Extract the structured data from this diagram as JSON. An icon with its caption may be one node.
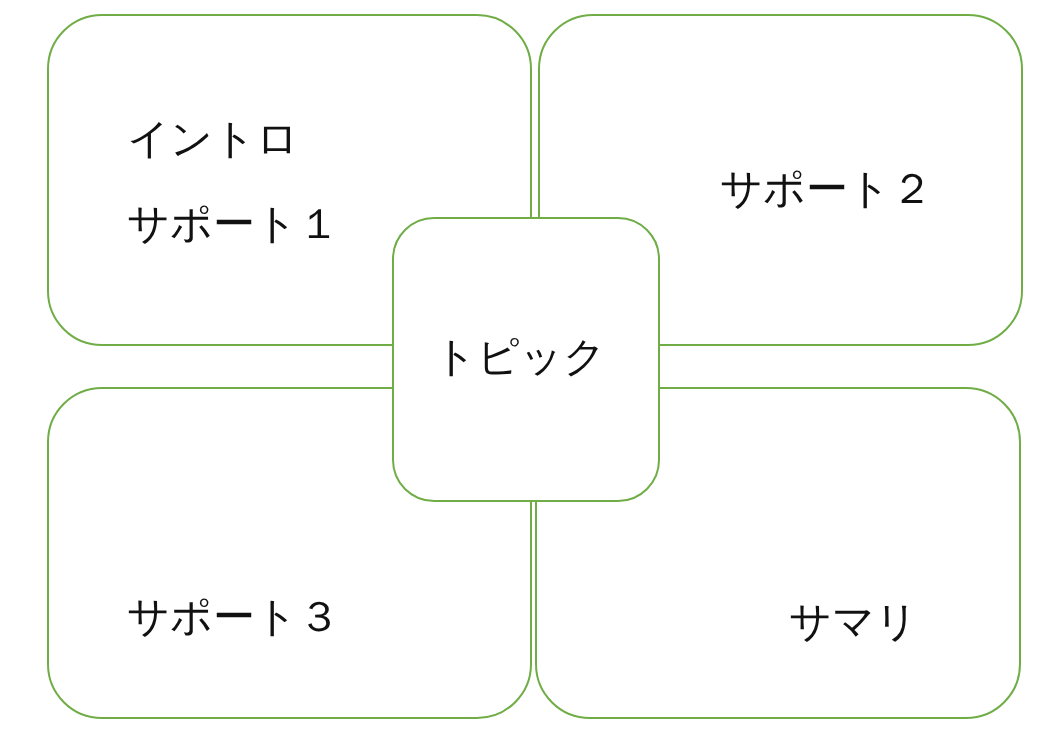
{
  "diagram": {
    "nodes": [
      {
        "text": [
          "イントロ",
          "サポート１"
        ]
      },
      {
        "text": [
          "サポート２"
        ]
      },
      {
        "text": [
          "サポート３"
        ]
      },
      {
        "text": [
          "サマリ"
        ]
      },
      {
        "text": [
          "トピック"
        ]
      }
    ]
  }
}
